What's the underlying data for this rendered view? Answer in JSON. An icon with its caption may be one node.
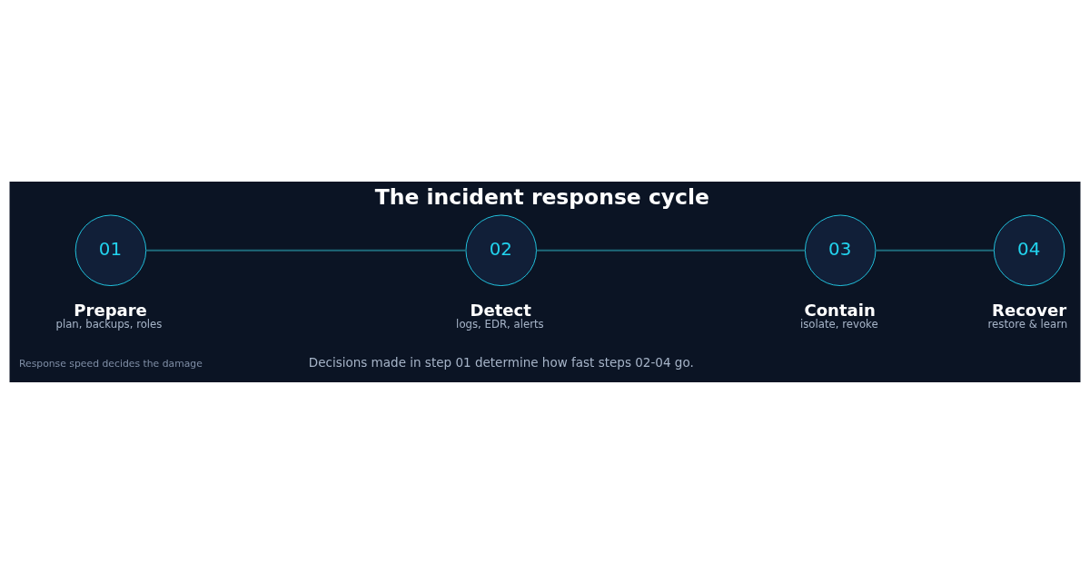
{
  "diagram": {
    "title": "The incident response cycle",
    "nodes": [
      {
        "text": [
          "01"
        ],
        "beside": [
          "Prepare",
          "plan, backups, roles"
        ]
      },
      {
        "text": [
          "02"
        ],
        "beside": [
          "Detect",
          "logs, EDR, alerts"
        ]
      },
      {
        "text": [
          "03"
        ],
        "beside": [
          "Contain",
          "isolate, revoke"
        ]
      },
      {
        "text": [
          "04"
        ],
        "beside": [
          "Recover",
          "restore & learn"
        ]
      }
    ],
    "edges": [
      {
        "from": 0,
        "to": 1,
        "arrow": "none"
      },
      {
        "from": 1,
        "to": 2,
        "arrow": "none"
      },
      {
        "from": 2,
        "to": 3,
        "arrow": "none"
      }
    ],
    "labels": [
      "Decisions made in step 01 determine how fast steps 02-04 go.",
      "Response speed decides the damage"
    ]
  }
}
